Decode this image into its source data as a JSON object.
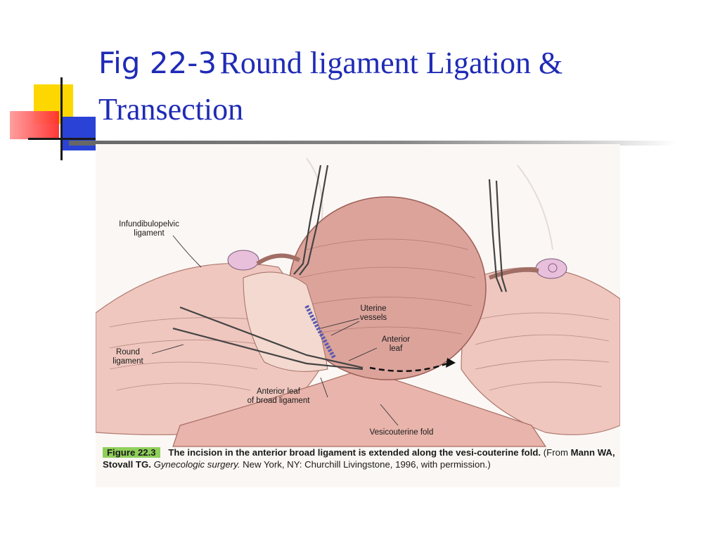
{
  "slide": {
    "title_prefix": "Fig 22-3",
    "title_text": "Round ligament Ligation & Transection"
  },
  "figure": {
    "labels": {
      "infundibulopelvic_1": "Infundibulopelvic",
      "infundibulopelvic_2": "ligament",
      "uterine_1": "Uterine",
      "uterine_2": "vessels",
      "anterior_1": "Anterior",
      "anterior_2": "leaf",
      "round_1": "Round",
      "round_2": "ligament",
      "broad_1": "Anterior leaf",
      "broad_2": "of broad ligament",
      "vesicouterine": "Vesicouterine fold"
    },
    "caption": {
      "tag": "Figure 22.3",
      "bold_text": "The incision in the anterior broad ligament is extended along the vesi-couterine fold.",
      "plain_1": "(From",
      "authors": "Mann WA, Stovall TG.",
      "book": "Gynecologic surgery.",
      "plain_2": "New York, NY: Churchill Livingstone, 1996, with permission.)"
    }
  },
  "colors": {
    "title": "#1f2bb5",
    "caption_tag_bg": "#8fcf5a"
  }
}
